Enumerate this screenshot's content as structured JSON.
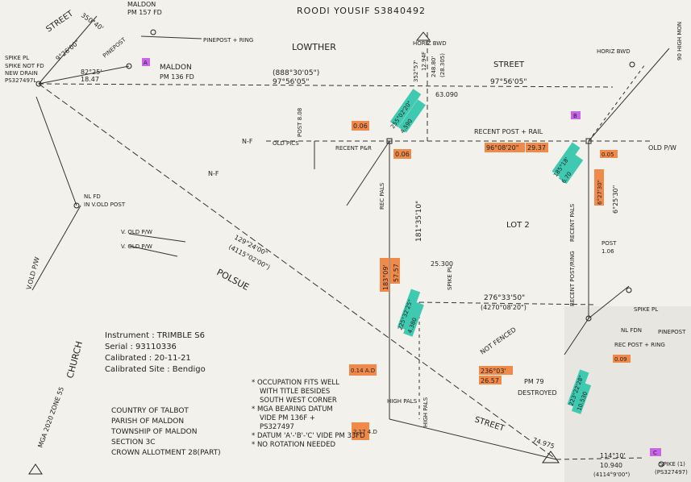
{
  "header": {
    "title": "ROODI  YOUSIF   S3840492"
  },
  "streets": {
    "top_left_street": "STREET",
    "lowther": "LOWTHER",
    "top_street": "STREET",
    "bottom_street": "STREET",
    "polsue": "POLSUE",
    "church": "CHURCH"
  },
  "lot": {
    "label": "LOT 2"
  },
  "bearings": [
    {
      "id": "b1",
      "text": "(888°30'05\")"
    },
    {
      "id": "b2",
      "text": "97°56'05\""
    },
    {
      "id": "b3",
      "text": "97°56'05\""
    },
    {
      "id": "b4",
      "text": "96°08'20\""
    },
    {
      "id": "b5",
      "text": "29.37"
    },
    {
      "id": "b6",
      "text": "181°35'10\""
    },
    {
      "id": "b7",
      "text": "276°33'50\""
    },
    {
      "id": "b8",
      "text": "(4270°08'20\")"
    },
    {
      "id": "b9",
      "text": "129°24'00\""
    },
    {
      "id": "b10",
      "text": "(4115°02'00\")"
    },
    {
      "id": "b11",
      "text": "183°09'"
    },
    {
      "id": "b12",
      "text": "57.57"
    },
    {
      "id": "b13",
      "text": "236°03'"
    },
    {
      "id": "b14",
      "text": "26.57"
    },
    {
      "id": "b15",
      "text": "114°10'"
    },
    {
      "id": "b16",
      "text": "10.940"
    },
    {
      "id": "b17",
      "text": "(4114°9'00\")"
    },
    {
      "id": "b18",
      "text": "74.975"
    },
    {
      "id": "b19",
      "text": "82°25'"
    },
    {
      "id": "b20",
      "text": "18.47"
    },
    {
      "id": "b21",
      "text": "9°26'00\""
    },
    {
      "id": "b22",
      "text": "350°40'"
    },
    {
      "id": "b23",
      "text": "352°57'"
    },
    {
      "id": "b24",
      "text": "12.94F"
    },
    {
      "id": "b25",
      "text": "248.80'"
    },
    {
      "id": "b26",
      "text": "(28.305)"
    },
    {
      "id": "b27",
      "text": "6°25'30\""
    },
    {
      "id": "b28",
      "text": "25.300"
    },
    {
      "id": "b29",
      "text": "63.090"
    },
    {
      "id": "b30",
      "text": "V.OLD P/W"
    }
  ],
  "labels": {
    "spike_pl_left": "SPIKE PL",
    "spike_not_fd": "SPIKE NOT FD",
    "new_drain": "NEW DRAIN",
    "ps_left": "PS327497L",
    "maldon_pm157": "MALDON",
    "pm157": "PM 157 FD",
    "pinepost_ring": "PINEPOST + RING",
    "pinepost": "PINEPOST",
    "maldon_pm136": "MALDON",
    "pm136": "PM 136 FD",
    "horiz_bwd": "HORIZ BWD",
    "horiz_bwd2": "HORIZ BWD",
    "old_pics": "OLD PICS",
    "recent_post_rail": "RECENT POST + RAIL",
    "old_pw": "OLD P/W",
    "nf_left": "N-F",
    "nf_mid": "N-F",
    "recent_pr": "RECENT P&R",
    "rec_pals": "REC PALS",
    "recent_pals": "RECENT PALS",
    "post_106": "POST",
    "post_106b": "1.06",
    "recent_post_ring": "RECENT POST/RING",
    "spike_pl_mid": "SPIKE PL",
    "spike_pl_right": "SPIKE PL",
    "nl_fdn": "NL FDN",
    "pinepost_r": "PINEPOST",
    "rec_post_ring": "REC POST + RING",
    "not_fenced": "NOT FENCED",
    "pm79": "PM 79",
    "destroyed": "DESTROYED",
    "high_pals": "HIGH PALS",
    "high_pals2": "HIGH PALS",
    "v_old_pw1": "V. OLD P/W",
    "v_old_pw2": "V. OLD P/W",
    "nl_fd": "NL FD",
    "in_vold_post": "IN V.OLD POST",
    "spike_bottom": "SPIKE (1)",
    "ps_bottom": "(PS327497)",
    "ninety_high": "90 HIGH MON",
    "mga_zone": "MGA 2020 ZONE 55",
    "post_808": "POST 8.08"
  },
  "highlights": [
    {
      "id": "h1",
      "text": "0.06",
      "color": "#f08a4b"
    },
    {
      "id": "h2",
      "text": "0.06",
      "color": "#f08a4b"
    },
    {
      "id": "h3",
      "text": "96°08'20\"",
      "color": "#f08a4b"
    },
    {
      "id": "h4",
      "text": "29.37",
      "color": "#f08a4b"
    },
    {
      "id": "h5",
      "text": "0.05",
      "color": "#f08a4b"
    },
    {
      "id": "h6",
      "text": "183°09'",
      "color": "#f08a4b"
    },
    {
      "id": "h7",
      "text": "57.57",
      "color": "#f08a4b"
    },
    {
      "id": "h8",
      "text": "236°03'",
      "color": "#f08a4b"
    },
    {
      "id": "h9",
      "text": "26.57",
      "color": "#f08a4b"
    },
    {
      "id": "h10",
      "text": "0.09",
      "color": "#f08a4b"
    },
    {
      "id": "h11",
      "text": "0.14 A.D",
      "color": "#f08a4b"
    },
    {
      "id": "h12",
      "text": "2.17 4.D",
      "color": "#f08a4b"
    },
    {
      "id": "h13",
      "text": "6°27'30\"",
      "color": "#f08a4b"
    },
    {
      "id": "h14",
      "text": "255°02'20\"",
      "color": "#3fc9b0"
    },
    {
      "id": "h15",
      "text": "4.590",
      "color": "#3fc9b0"
    },
    {
      "id": "h16",
      "text": "185°18'",
      "color": "#3fc9b0"
    },
    {
      "id": "h17",
      "text": "6.70",
      "color": "#3fc9b0"
    },
    {
      "id": "h18",
      "text": "225°32'25\"",
      "color": "#3fc9b0"
    },
    {
      "id": "h19",
      "text": "4.380",
      "color": "#3fc9b0"
    },
    {
      "id": "h20",
      "text": "223°22'28\"",
      "color": "#3fc9b0"
    },
    {
      "id": "h21",
      "text": "10.530",
      "color": "#3fc9b0"
    },
    {
      "id": "h22",
      "text": "A",
      "color": "#c864e6"
    },
    {
      "id": "h23",
      "text": "B",
      "color": "#c864e6"
    },
    {
      "id": "h24",
      "text": "C",
      "color": "#c864e6"
    }
  ],
  "instrument": {
    "line1": "Instrument : TRIMBLE S6",
    "line2": "Serial : 93110336",
    "line3": "Calibrated : 20-11-21",
    "line4": "Calibrated Site : Bendigo"
  },
  "parish": {
    "line1": "COUNTRY OF TALBOT",
    "line2": "PARISH OF MALDON",
    "line3": "TOWNSHIP OF MALDON",
    "line4": "SECTION 3C",
    "line5": "CROWN ALLOTMENT 28(PART)"
  },
  "notes": {
    "line1": "* OCCUPATION FITS WELL",
    "line2": "WITH TITLE BESIDES",
    "line3": "SOUTH WEST CORNER",
    "line4": "* MGA BEARING DATUM",
    "line5": "VIDE PM 136F +",
    "line6": "PS327497",
    "line7": "* DATUM 'A'-'B'-'C' VIDE PM 33FD",
    "line8": "* NO ROTATION NEEDED"
  },
  "colors": {
    "paper": "#f3f1ec",
    "ink": "#222222",
    "orange": "#f08a4b",
    "teal": "#3fc9b0",
    "magenta": "#c864e6"
  }
}
